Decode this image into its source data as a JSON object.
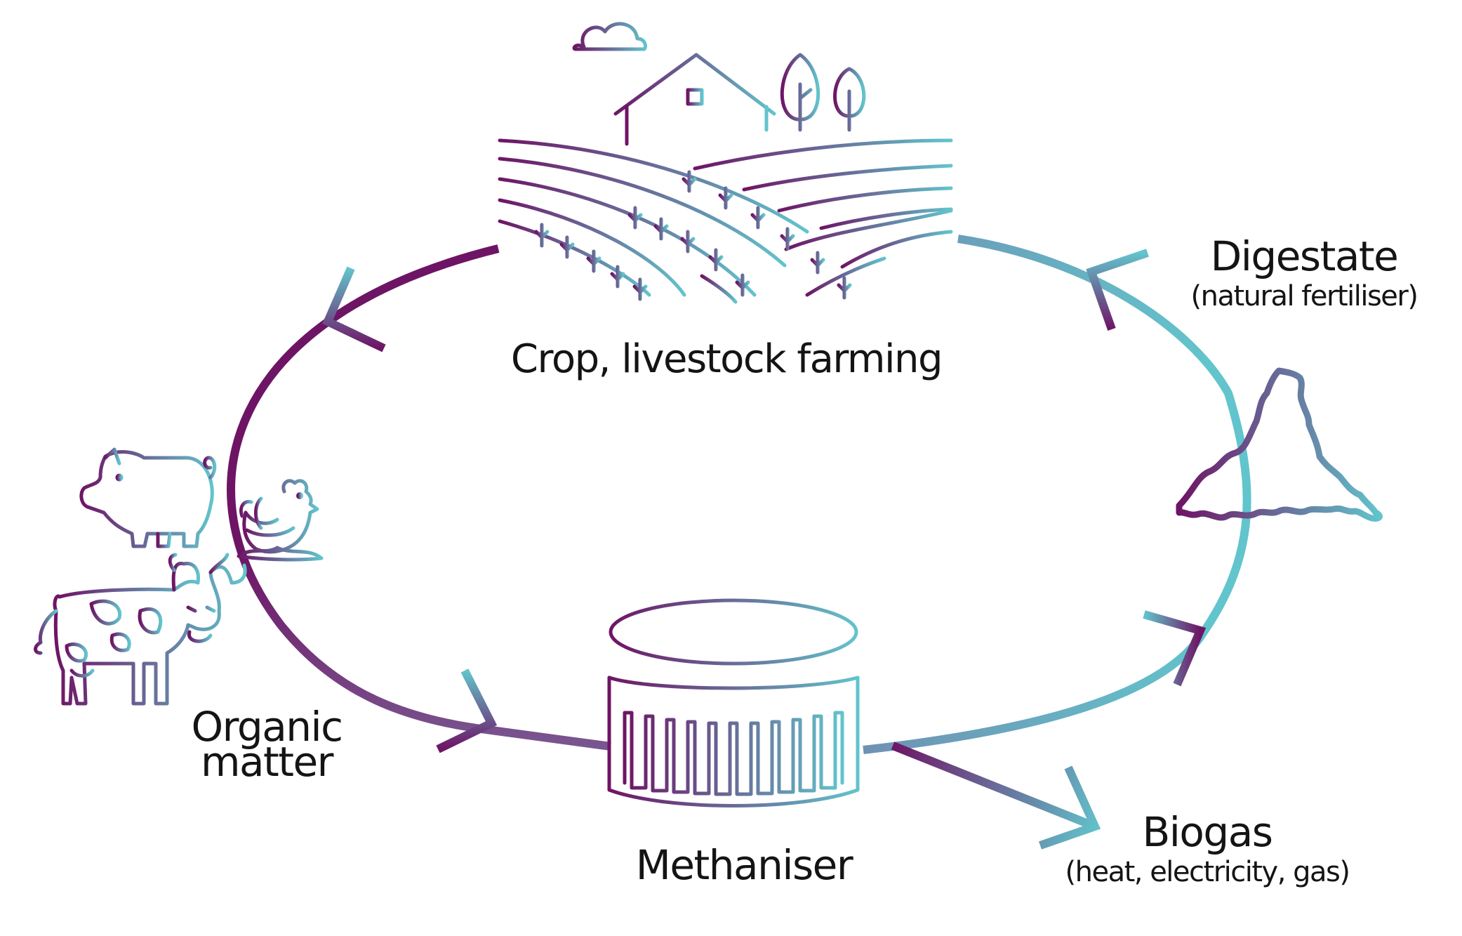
{
  "colors": {
    "purple": "#6e1465",
    "teal": "#62c4cc",
    "text": "#141414"
  },
  "labels": {
    "farming": "Crop, livestock farming",
    "digestate_title": "Digestate",
    "digestate_sub": "(natural fertiliser)",
    "organic_line1": "Organic",
    "organic_line2": "matter",
    "methaniser": "Methaniser",
    "biogas_title": "Biogas",
    "biogas_sub": "(heat, electricity, gas)"
  },
  "icons": [
    "farm-landscape-icon",
    "pig-icon",
    "rooster-icon",
    "cow-icon",
    "digester-tank-icon",
    "fertiliser-heap-icon"
  ]
}
